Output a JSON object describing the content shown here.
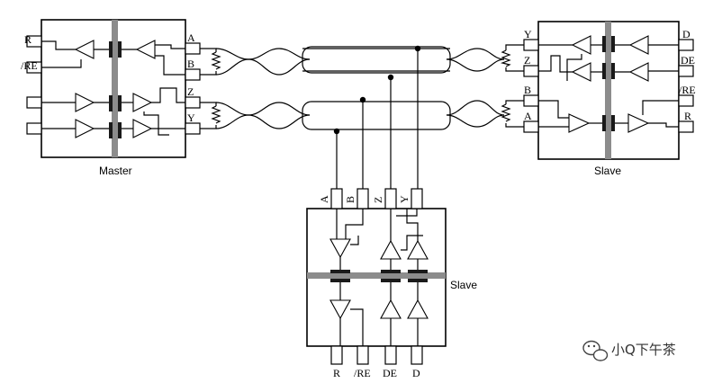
{
  "master": {
    "title": "Master",
    "left_pins": [
      "R",
      "/RE",
      "",
      ""
    ],
    "right_pins": [
      "A",
      "B",
      "Z",
      "Y"
    ]
  },
  "slave_right": {
    "title": "Slave",
    "left_pins": [
      "Y",
      "Z",
      "B",
      "A"
    ],
    "right_pins": [
      "D",
      "DE",
      "/RE",
      "R"
    ]
  },
  "slave_bottom": {
    "title": "Slave",
    "top_pins": [
      "A",
      "B",
      "Z",
      "Y"
    ],
    "bottom_pins": [
      "R",
      "/RE",
      "DE",
      "D"
    ]
  },
  "watermark": {
    "text": "小Q下午茶",
    "icon": "wechat-icon"
  }
}
